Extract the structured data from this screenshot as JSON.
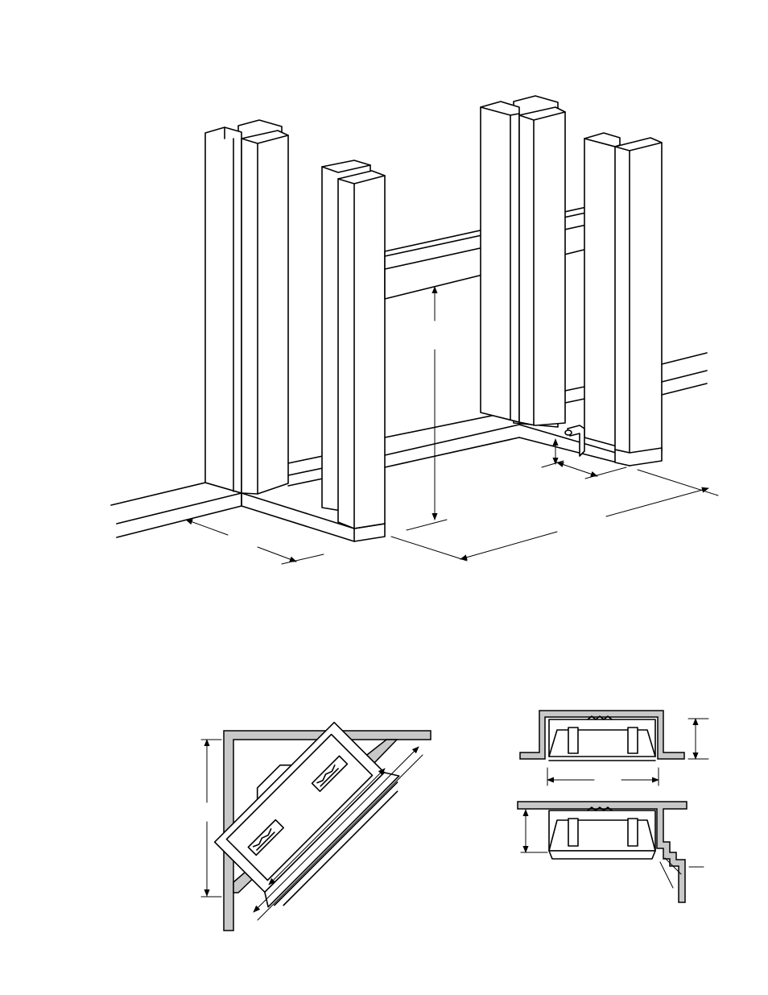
{
  "figure": {
    "views": [
      {
        "name": "framing-isometric",
        "labels": []
      },
      {
        "name": "corner-installation-plan",
        "labels": []
      },
      {
        "name": "flat-wall-plan",
        "labels": []
      },
      {
        "name": "recessed-with-mantel-plan",
        "labels": []
      }
    ],
    "colors": {
      "line": "#000000",
      "wall_fill": "#c8c8c8",
      "background": "#ffffff"
    }
  }
}
